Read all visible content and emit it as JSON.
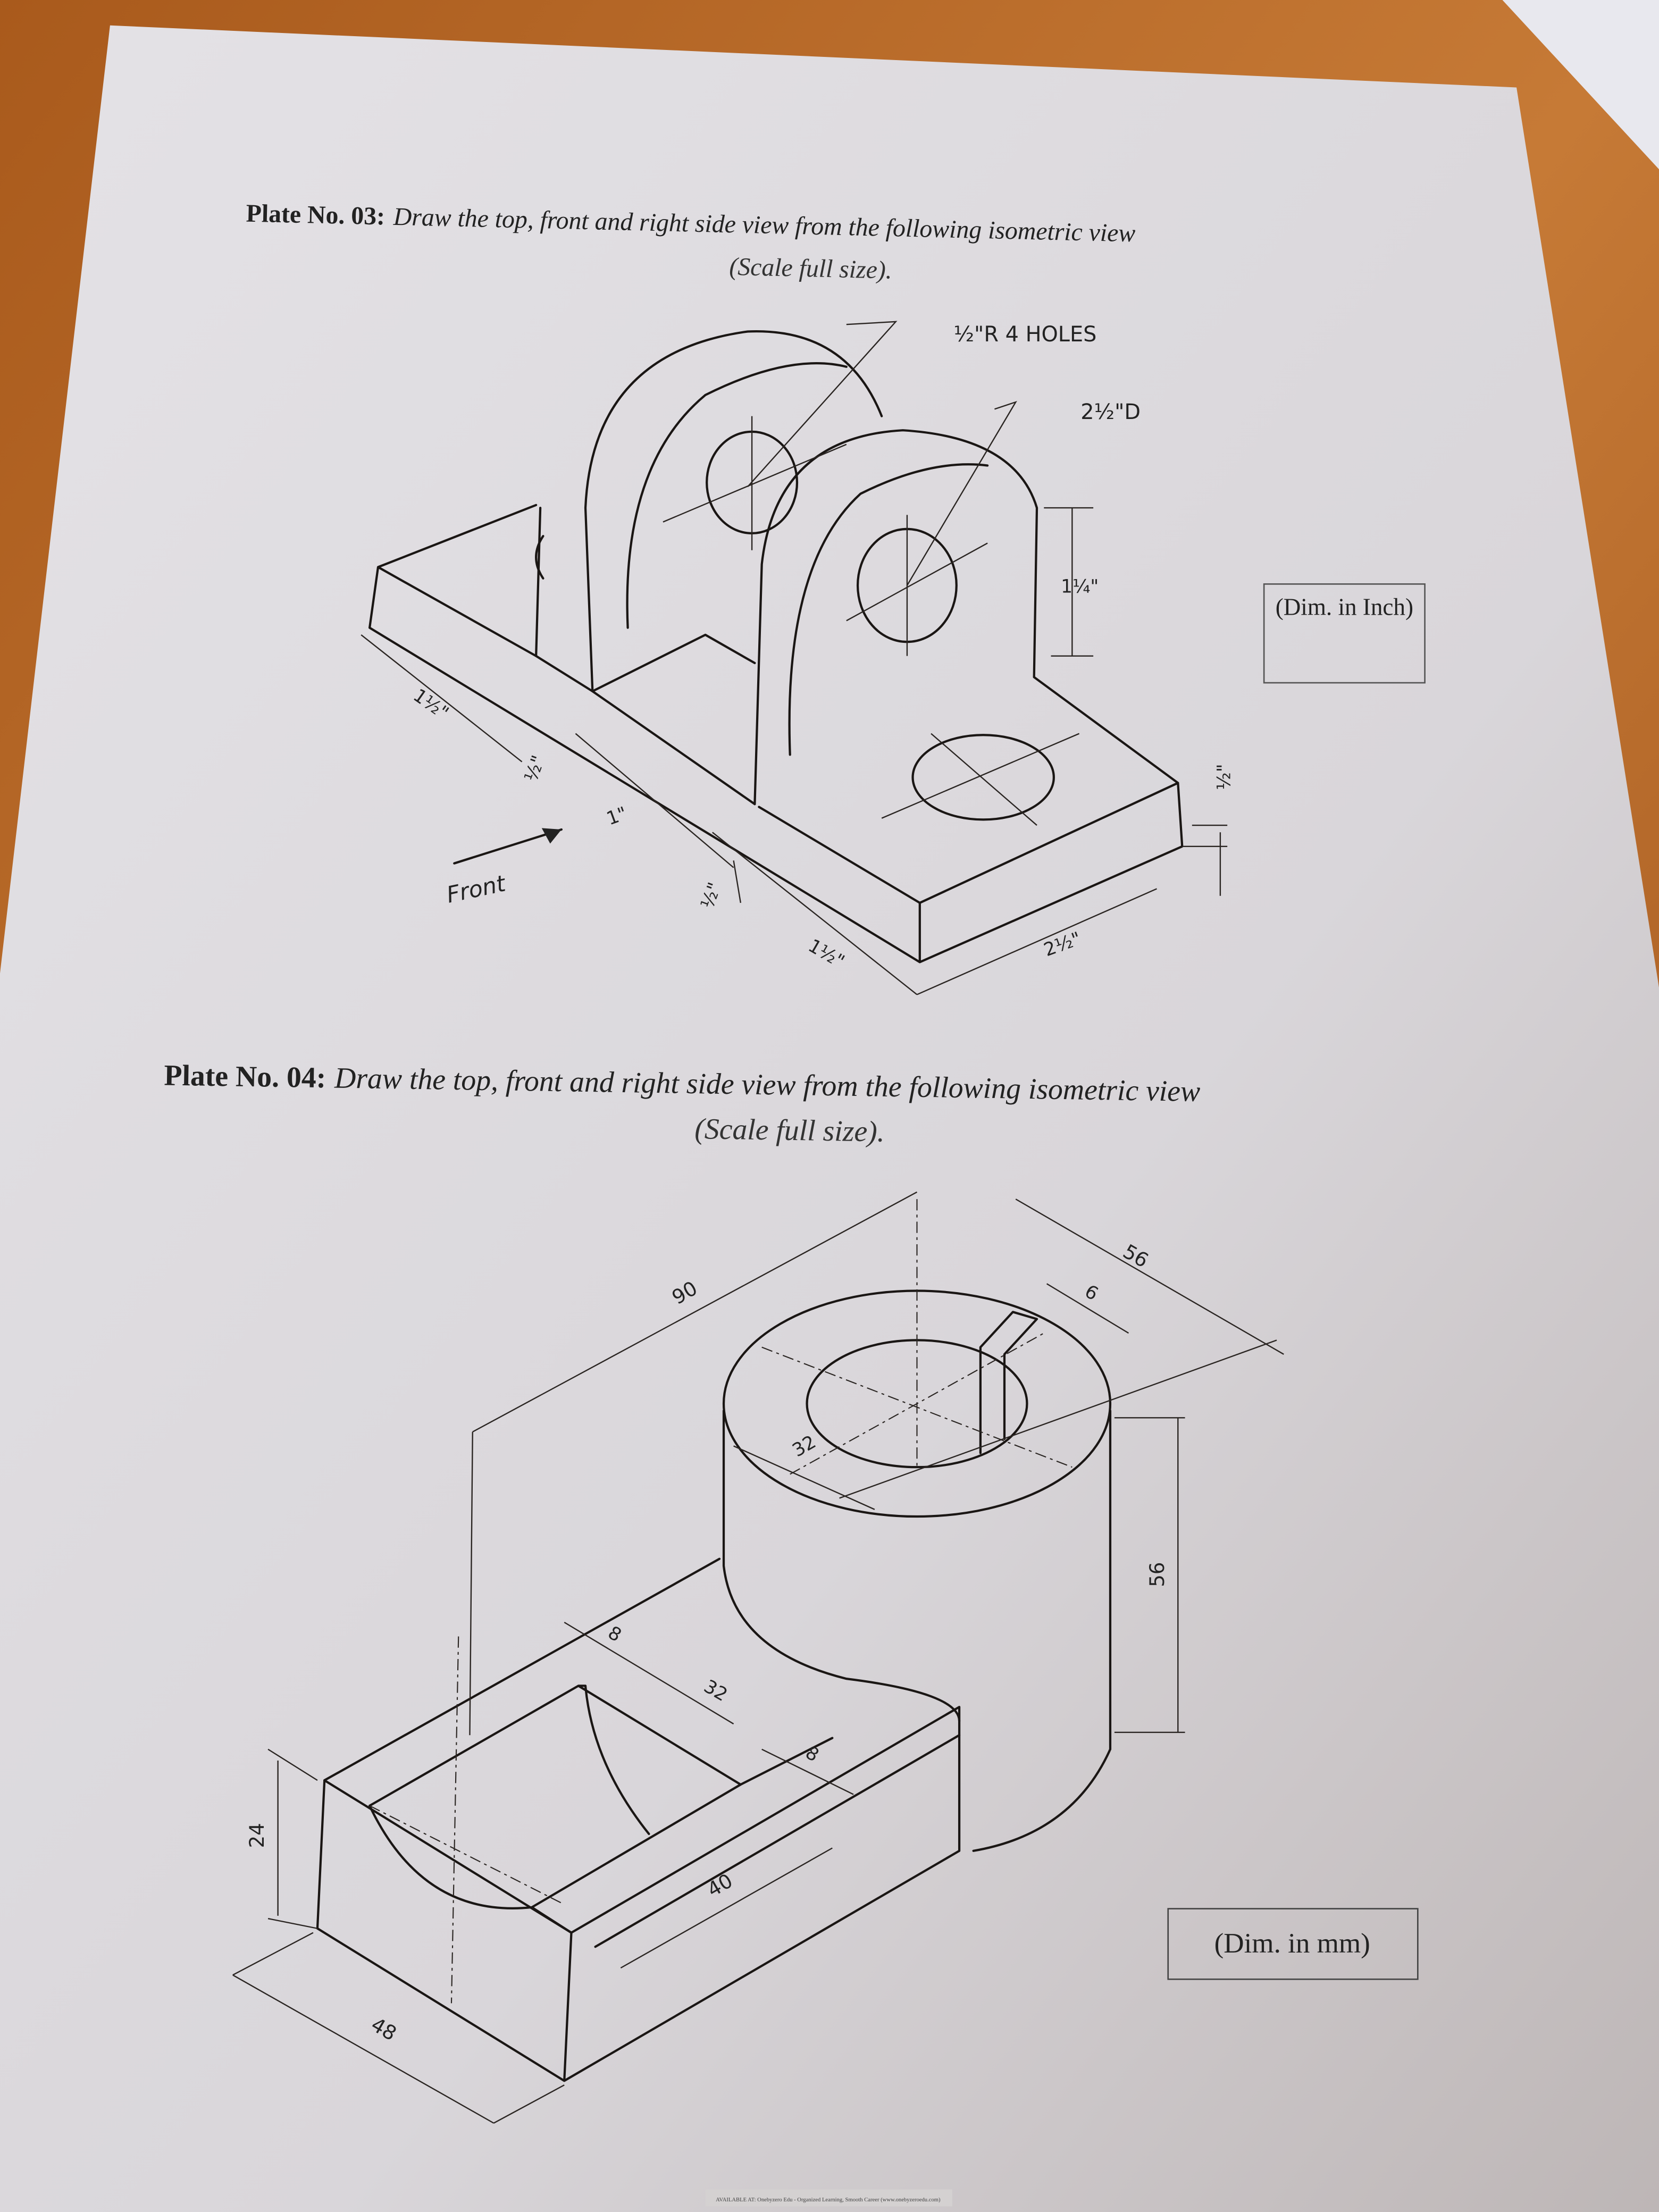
{
  "plate03": {
    "title_bold": "Plate No. 03:",
    "title_italic": "Draw the top, front and right side view from the following isometric view",
    "scale": "(Scale full size).",
    "labels": {
      "holes": "½\"R  4 HOLES",
      "diameter": "2½\"D",
      "height_upright": "1¼\"",
      "base_thick": "½\"",
      "left_len": "1½\"",
      "depth_small": "½\"",
      "upright_gap": "1\"",
      "upright_thick": "½\"",
      "front_len": "1½\"",
      "right_width": "2½\"",
      "front": "Front"
    },
    "unit_box": "(Dim. in Inch)"
  },
  "plate04": {
    "title_bold": "Plate No. 04:",
    "title_italic": "Draw the top, front and right side view from the following isometric view",
    "scale": "(Scale full size).",
    "labels": {
      "length": "90",
      "outer_dia": "56",
      "slot": "6",
      "inner_dia": "32",
      "height": "56",
      "wall_a": "8",
      "cut_dia": "32",
      "wall_b": "8",
      "cut_len": "40",
      "base_h": "24",
      "base_w": "48"
    },
    "unit_box": "(Dim. in mm)"
  },
  "footer": "AVAILABLE AT: Onebyzero Edu - Organized Learning, Smooth Career (www.onebyzeroedu.com)"
}
